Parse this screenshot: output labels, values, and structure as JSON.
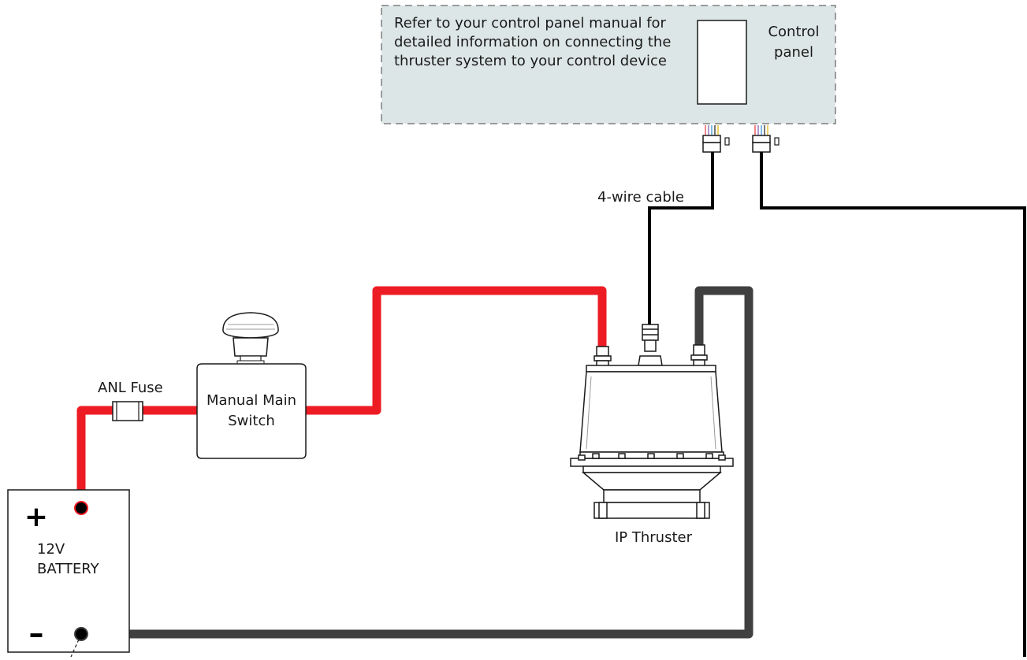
{
  "note": {
    "lines": [
      "Refer to your control panel manual for",
      "detailed information on connecting the",
      "thruster system to your control device"
    ]
  },
  "control_panel": {
    "lines": [
      "Control",
      "panel"
    ]
  },
  "cable_label": "4-wire cable",
  "fuse_label": "ANL Fuse",
  "switch_label": {
    "lines": [
      "Manual Main",
      "Switch"
    ]
  },
  "thruster_label": "IP Thruster",
  "battery": {
    "lines": [
      "12V",
      "BATTERY"
    ],
    "plus": "+",
    "minus": "–"
  },
  "colors": {
    "positive_wire": "#ed1c24",
    "negative_wire": "#404040",
    "signal_cable": "#000000",
    "note_fill": "#dde6e6",
    "note_border": "#7f7f7f"
  }
}
